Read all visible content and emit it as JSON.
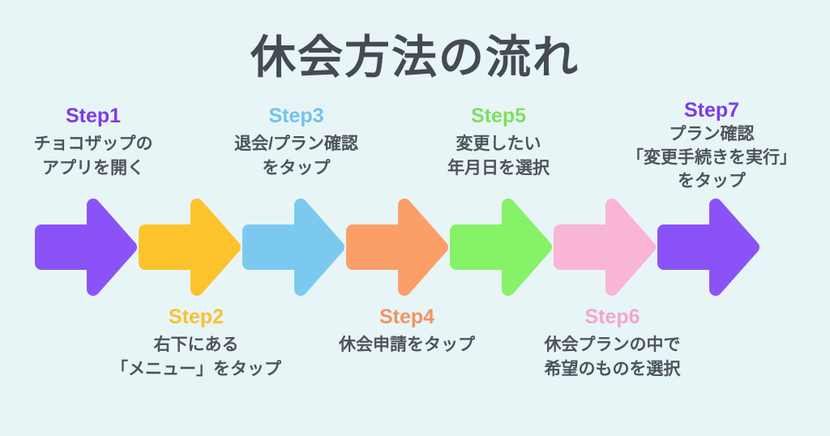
{
  "title": "休会方法の流れ",
  "colors": {
    "background": "#E8F5F6",
    "title_text": "#454A54",
    "body_text": "#4E535C"
  },
  "steps": [
    {
      "label": "Step1",
      "row": "top",
      "label_color": "#7C3BEC",
      "arrow_color": "#8B53F7",
      "lines": [
        "チョコザップの",
        "アプリを開く"
      ]
    },
    {
      "label": "Step2",
      "row": "bottom",
      "label_color": "#F7C234",
      "arrow_color": "#FCC32D",
      "lines": [
        "右下にある",
        "「メニュー」をタップ"
      ]
    },
    {
      "label": "Step3",
      "row": "top",
      "label_color": "#72C3EC",
      "arrow_color": "#7CC9F0",
      "lines": [
        "退会/プラン確認",
        "をタップ"
      ]
    },
    {
      "label": "Step4",
      "row": "bottom",
      "label_color": "#F19463",
      "arrow_color": "#FA9F68",
      "lines": [
        "休会申請をタップ"
      ]
    },
    {
      "label": "Step5",
      "row": "top",
      "label_color": "#7BE160",
      "arrow_color": "#86F267",
      "lines": [
        "変更したい",
        "年月日を選択"
      ]
    },
    {
      "label": "Step6",
      "row": "bottom",
      "label_color": "#F4A5CD",
      "arrow_color": "#F8B5D5",
      "lines": [
        "休会プランの中で",
        "希望のものを選択"
      ]
    },
    {
      "label": "Step7",
      "row": "top",
      "label_color": "#7C3BEC",
      "arrow_color": "#8B53F7",
      "lines": [
        "プラン確認",
        "「変更手続きを実行」",
        "をタップ"
      ]
    }
  ]
}
